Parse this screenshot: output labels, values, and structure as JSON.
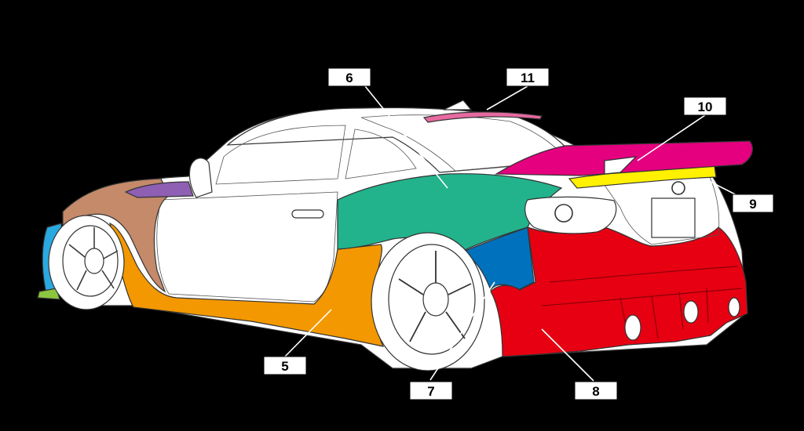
{
  "background_color": "#000000",
  "parts": [
    {
      "id": "part-5",
      "label": "5",
      "color": "#f39800"
    },
    {
      "id": "part-6",
      "label": "6",
      "color": "#22b38c"
    },
    {
      "id": "part-7",
      "label": "7",
      "color": "#0071bc"
    },
    {
      "id": "part-8",
      "label": "8",
      "color": "#e60012"
    },
    {
      "id": "part-9",
      "label": "9",
      "color": "#fff100"
    },
    {
      "id": "part-10",
      "label": "10",
      "color": "#e4007f"
    },
    {
      "id": "part-11",
      "label": "11",
      "color": "#e66aa0"
    }
  ],
  "unlabeled_regions": {
    "front_fender": "#c48a6a",
    "front_corner": "#29a9e0",
    "front_lip": "#8cc63f",
    "door_mirror_trim": "#8e5fb2"
  }
}
